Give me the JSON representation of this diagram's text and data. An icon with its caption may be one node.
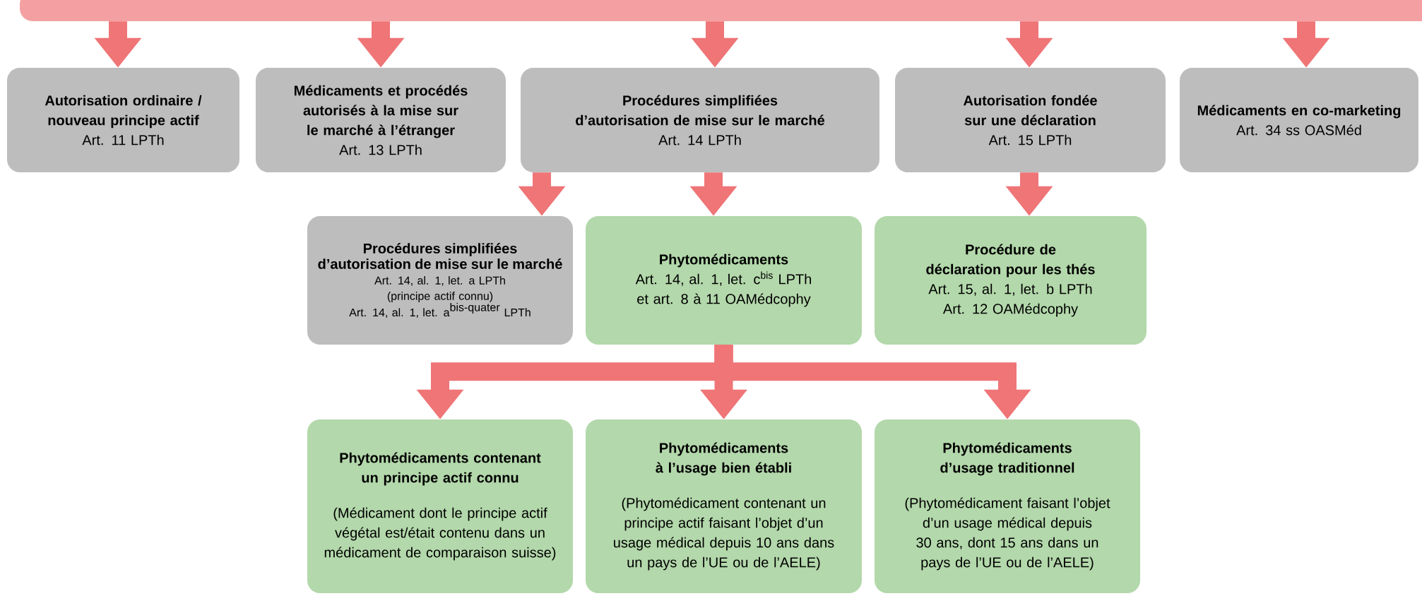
{
  "diagram": {
    "nodes": [
      {
        "text": [],
        "shape": "box"
      },
      {
        "text": [
          "Autorisation ordinaire / nouveau principe actif",
          "Art. 11 LPTh"
        ]
      },
      {
        "text": [
          "Médicaments et procédés autorisés à la mise sur le marché à l’étranger",
          "Art. 13 LPTh"
        ]
      },
      {
        "text": [
          "Procédures simplifiées d’autorisation de mise sur le marché",
          "Art. 14 LPTh"
        ]
      },
      {
        "text": [
          "Autorisation fondée sur une déclaration",
          "Art. 15 LPTh"
        ]
      },
      {
        "text": [
          "Médicaments en co-marketing",
          "Art. 34 ss OASMéd"
        ]
      },
      {
        "text": [
          "Procédures simplifiées d’autorisation de mise sur le marché",
          "Art. 14, al. 1, let. a LPTh",
          "(principe actif connu)",
          "\\textrm{Art. 14, al. 1, let. a}^{\\textrm{bis-quater}}\\textrm{ LPTh}"
        ]
      },
      {
        "text": [
          "Phytomédicaments",
          "Art. 14, al. 1, let. c$^{bis}$ LPTh et art. 8 à 11 OAMédcophy"
        ]
      },
      {
        "text": [
          "Procédure de déclaration pour les thés",
          "Art. 15, al. 1, let. b LPTh",
          "Art. 12 OAMédcophy"
        ]
      },
      {
        "text": [
          "Phytomédicaments contenant un principe actif connu",
          "(Médicament dont le principe actif végétal est/était contenu dans un médicament de comparaison suisse)"
        ]
      },
      {
        "text": [
          "Phytomédicaments à l’usage bien établi",
          "(Phytomédicament contenant un principe actif faisant l’objet d’un usage médical depuis 10 ans dans un pays de l’UE ou de l’AELE)"
        ]
      },
      {
        "text": [
          "Phytomédicaments d’usage traditionnel",
          "(Phytomédicament faisant l’objet d’un usage médical depuis 30 ans, dont 15 ans dans un pays de l’UE ou de l’AELE)"
        ]
      }
    ],
    "edges": [
      {
        "from": 0,
        "to": 1,
        "arrow": "to"
      },
      {
        "from": 0,
        "to": 2,
        "arrow": "to"
      },
      {
        "from": 0,
        "to": 3,
        "arrow": "to"
      },
      {
        "from": 0,
        "to": 4,
        "arrow": "to"
      },
      {
        "from": 0,
        "to": 5,
        "arrow": "to"
      },
      {
        "from": 3,
        "to": 6,
        "arrow": "to"
      },
      {
        "from": 3,
        "to": 7,
        "arrow": "to"
      },
      {
        "from": 4,
        "to": 8,
        "arrow": "to"
      },
      {
        "from": 7,
        "to": 9,
        "arrow": "to"
      },
      {
        "from": 7,
        "to": 10,
        "arrow": "to"
      },
      {
        "from": 7,
        "to": 11,
        "arrow": "to"
      }
    ]
  }
}
